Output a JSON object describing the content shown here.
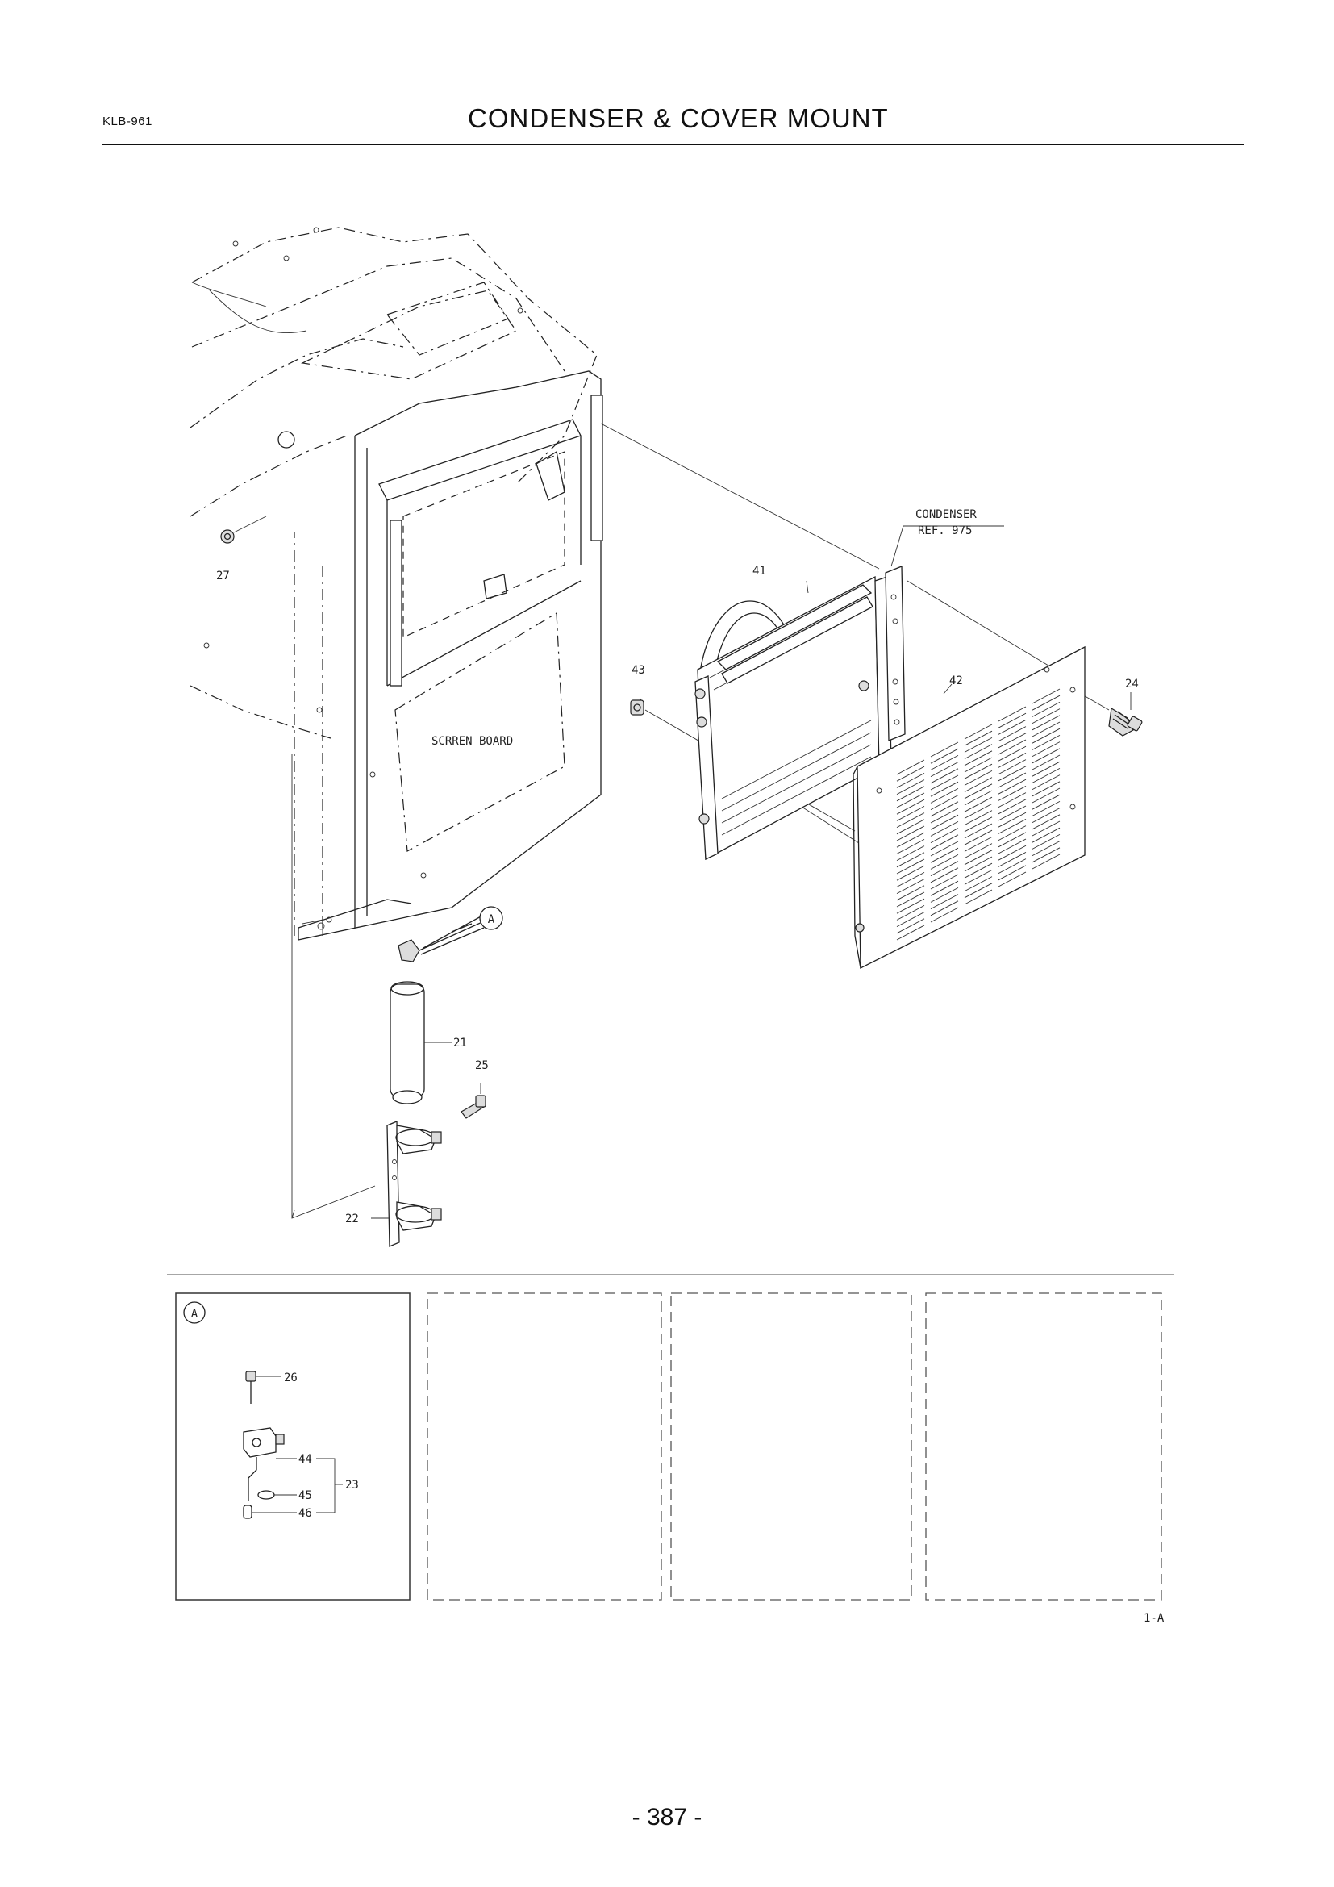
{
  "header": {
    "doc_code": "KLB-961",
    "title": "CONDENSER & COVER MOUNT"
  },
  "main_diagram": {
    "labels": {
      "condenser_name": "CONDENSER",
      "condenser_ref": "REF. 975",
      "screen_board": "SCRREN BOARD",
      "callout_a": "A"
    },
    "part_numbers": {
      "p27": "27",
      "p41": "41",
      "p43": "43",
      "p42": "42",
      "p24": "24",
      "p21": "21",
      "p25": "25",
      "p22": "22"
    }
  },
  "detail_a": {
    "marker": "A",
    "part_numbers": {
      "p26": "26",
      "p44": "44",
      "p45": "45",
      "p46": "46",
      "p23": "23"
    }
  },
  "figure_code": "1-A",
  "footer": {
    "page_number": "- 387 -"
  }
}
